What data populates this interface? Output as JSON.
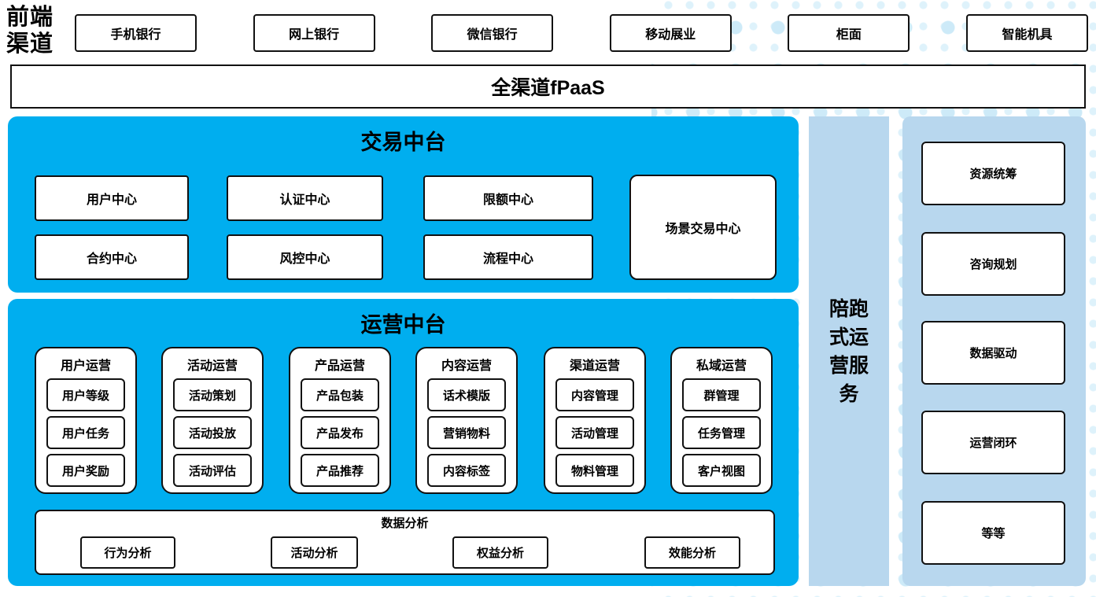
{
  "front_channel": {
    "label": "前端渠道",
    "channels": [
      "手机银行",
      "网上银行",
      "微信银行",
      "移动展业",
      "柜面",
      "智能机具"
    ]
  },
  "fpaas_label": "全渠道fPaaS",
  "transaction": {
    "title": "交易中台",
    "centers": [
      "用户中心",
      "认证中心",
      "限额中心",
      "合约中心",
      "风控中心",
      "流程中心"
    ],
    "scene_center": "场景交易中心"
  },
  "operation": {
    "title": "运营中台",
    "columns": [
      {
        "header": "用户运营",
        "items": [
          "用户等级",
          "用户任务",
          "用户奖励"
        ]
      },
      {
        "header": "活动运营",
        "items": [
          "活动策划",
          "活动投放",
          "活动评估"
        ]
      },
      {
        "header": "产品运营",
        "items": [
          "产品包装",
          "产品发布",
          "产品推荐"
        ]
      },
      {
        "header": "内容运营",
        "items": [
          "话术模版",
          "营销物料",
          "内容标签"
        ]
      },
      {
        "header": "渠道运营",
        "items": [
          "内容管理",
          "活动管理",
          "物料管理"
        ]
      },
      {
        "header": "私域运营",
        "items": [
          "群管理",
          "任务管理",
          "客户视图"
        ]
      }
    ],
    "data_analysis": {
      "title": "数据分析",
      "items": [
        "行为分析",
        "活动分析",
        "权益分析",
        "效能分析"
      ]
    }
  },
  "side_service": {
    "label": "陪跑式运营服务"
  },
  "capability_panel": {
    "items": [
      "资源统筹",
      "咨询规划",
      "数据驱动",
      "运营闭环",
      "等等"
    ]
  },
  "colors": {
    "primary_blue": "#00AEEF",
    "light_blue": "#B8D7EE",
    "dot_large": "#CDEAF8",
    "dot_small": "#DEF2FB"
  }
}
